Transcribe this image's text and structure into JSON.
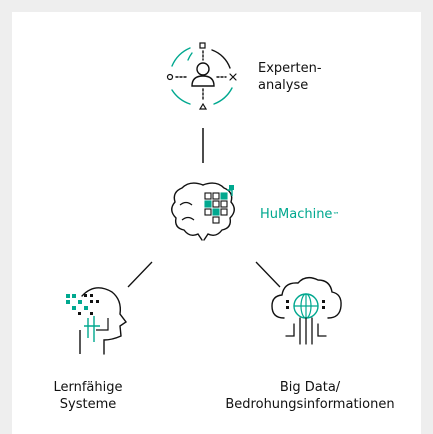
{
  "nodes": {
    "expert": {
      "line1": "Experten-",
      "line2": "analyse",
      "icon": "expert-analysis-icon"
    },
    "humachine": {
      "label": "HuMachine",
      "tm": "™",
      "icon": "brain-circuit-icon"
    },
    "learning": {
      "line1": "Lernfähige",
      "line2": "Systeme",
      "icon": "learning-head-icon"
    },
    "bigdata": {
      "line1": "Big Data/",
      "line2": "Bedrohungsinformationen",
      "icon": "data-cloud-icon"
    }
  },
  "colors": {
    "accent": "#00a88f",
    "ink": "#111111",
    "frame": "#eeeeee"
  }
}
